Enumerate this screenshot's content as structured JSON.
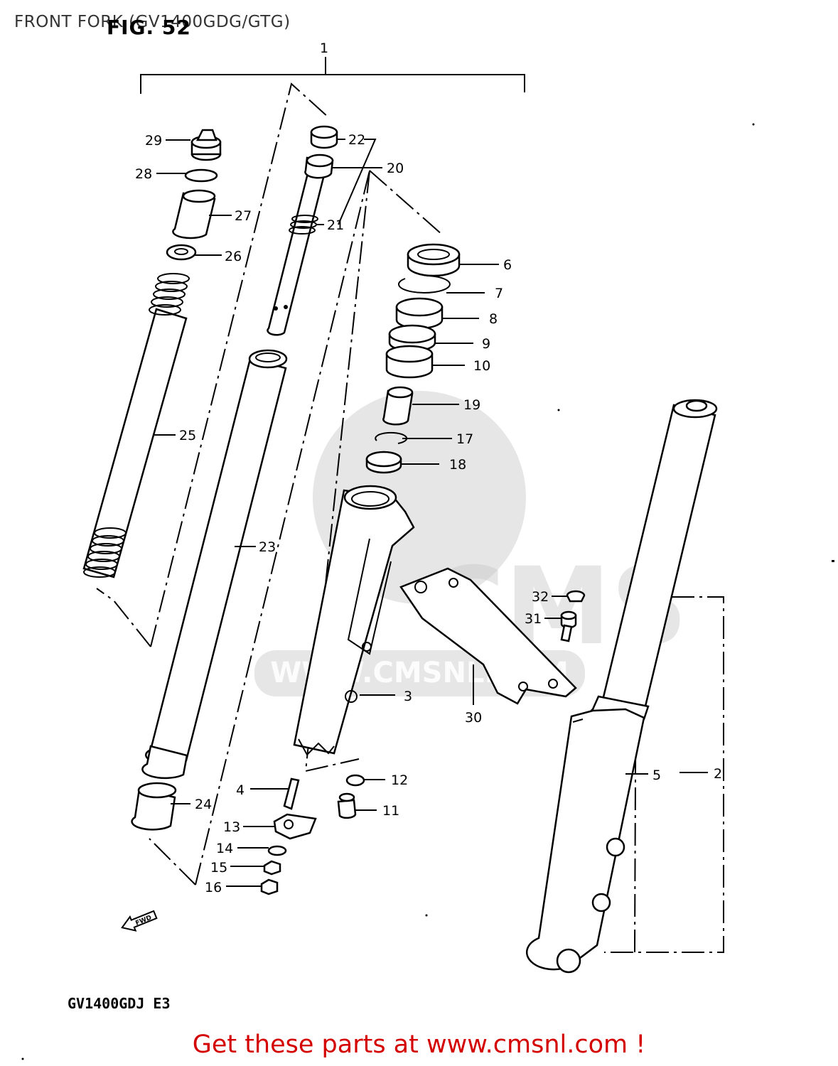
{
  "header": {
    "title": "FRONT FORK (GV1400GDG/GTG)",
    "figure": "FIG. 52"
  },
  "footer": {
    "model_code": "GV1400GDJ E3",
    "cta": "Get these parts at www.cmsnl.com !"
  },
  "watermark": {
    "brand": "CMS",
    "url": "WWW.CMSNL.COM"
  },
  "direction_marker": "FWD",
  "callouts": {
    "p1": "1",
    "p2": "2",
    "p3": "3",
    "p4": "4",
    "p5": "5",
    "p6": "6",
    "p7": "7",
    "p8": "8",
    "p9": "9",
    "p10": "10",
    "p11": "11",
    "p12": "12",
    "p13": "13",
    "p14": "14",
    "p15": "15",
    "p16": "16",
    "p17": "17",
    "p18": "18",
    "p19": "19",
    "p20": "20",
    "p21": "21",
    "p22": "22",
    "p23": "23",
    "p24": "24",
    "p25": "25",
    "p26": "26",
    "p27": "27",
    "p28": "28",
    "p29": "29",
    "p30": "30",
    "p31": "31",
    "p32": "32"
  },
  "colors": {
    "cta": "#d40000",
    "line": "#000000",
    "watermark": "#c8c8c8"
  }
}
